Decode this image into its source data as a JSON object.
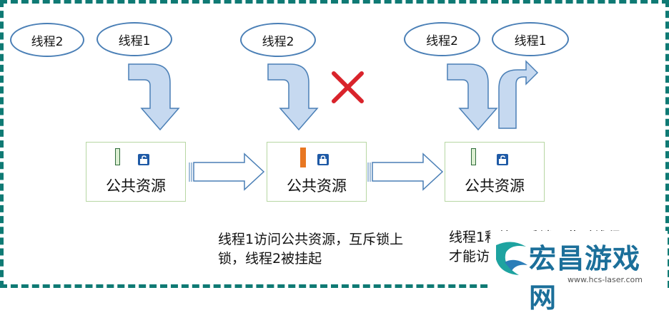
{
  "threads": {
    "t2a": "线程2",
    "t1a": "线程1",
    "t2b": "线程2",
    "t2c": "线程2",
    "t1c": "线程1"
  },
  "resource_label": "公共资源",
  "captions": {
    "middle_line1": "线程1访问公共资源，互斥锁上",
    "middle_line2": "锁，线程2被挂起",
    "right_line1": "线程1释放互斥锁，此时线程2",
    "right_line2": "才能访"
  },
  "logo": {
    "text": "宏昌游戏网",
    "url": "www.hcs-laser.com"
  },
  "colors": {
    "frame": "#0f7a74",
    "ellipse_border": "#4a7fb6",
    "arrow_fill": "#c6d9f0",
    "arrow_stroke": "#4a7fb6",
    "box_border": "#b7d7a3",
    "locked_bar": "#e87722",
    "unlocked_bar": "#dcefd2",
    "cross": "#d9232b",
    "lock_icon": "#1f5aa6"
  },
  "icons": {
    "unlocked": "unlocked-padlock-icon",
    "locked": "locked-padlock-icon",
    "blocked": "red-cross-icon"
  }
}
